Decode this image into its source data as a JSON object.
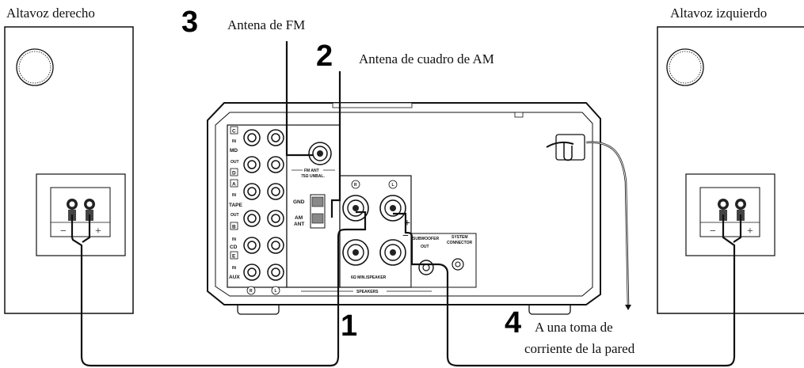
{
  "labels": {
    "speaker_right": "Altavoz derecho",
    "speaker_left": "Altavoz izquierdo",
    "fm_antenna": "Antena de FM",
    "am_antenna": "Antena de cuadro de AM",
    "outlet_line1": "A una toma de",
    "outlet_line2": "corriente de la pared"
  },
  "steps": {
    "speakers": "1",
    "am": "2",
    "fm": "3",
    "power": "4"
  },
  "panel": {
    "md": "MD",
    "tape": "TAPE",
    "cd": "CD",
    "aux": "AUX",
    "in": "IN",
    "out": "OUT",
    "c": "C",
    "d": "D",
    "a": "A",
    "b": "B",
    "e": "E",
    "r": "R",
    "l": "L",
    "fm_ant": "FM ANT",
    "fm_ant2": "75Ω UNBAL.",
    "gnd": "GND",
    "am_ant": "AM",
    "am_ant2": "ANT",
    "speakers": "SPEAKERS",
    "impedance": "6Ω MIN./SPEAKER",
    "subwoofer": "SUBWOOFER",
    "sub_out": "OUT",
    "system": "SYSTEM",
    "connector": "CONNECTOR",
    "plus": "+",
    "minus": "−"
  },
  "speaker_terminals": {
    "minus": "−",
    "plus": "+"
  }
}
